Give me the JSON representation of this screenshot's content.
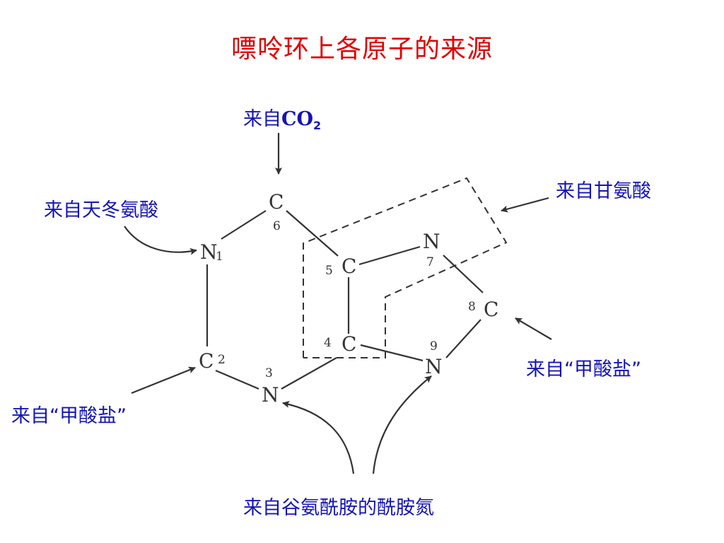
{
  "title": "嘌呤环上各原子的来源",
  "labels": {
    "co2_prefix": "来自",
    "co2_formula": "CO",
    "co2_sub": "2",
    "aspartate": "来自天冬氨酸",
    "glycine": "来自甘氨酸",
    "formate_right": "来自“甲酸盐”",
    "formate_left": "来自“甲酸盐”",
    "glutamine": "来自谷氨酰胺的酰胺氮"
  },
  "atoms": {
    "N1": {
      "symbol": "N",
      "number": "1"
    },
    "C2": {
      "symbol": "C",
      "number": "2"
    },
    "N3": {
      "symbol": "N",
      "number": "3"
    },
    "C4": {
      "symbol": "C",
      "number": "4"
    },
    "C5": {
      "symbol": "C",
      "number": "5"
    },
    "C6": {
      "symbol": "C",
      "number": "6"
    },
    "N7": {
      "symbol": "N",
      "number": "7"
    },
    "C8": {
      "symbol": "C",
      "number": "8"
    },
    "N9": {
      "symbol": "N",
      "number": "9"
    }
  },
  "colors": {
    "title": "#e00000",
    "labels": "#1414b4",
    "structure": "#333333"
  }
}
